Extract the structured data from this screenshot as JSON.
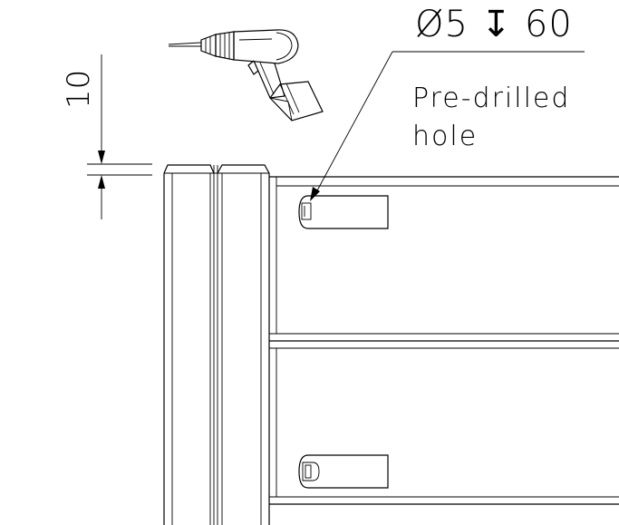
{
  "drawing": {
    "hole_spec": "Ø5 ↧ 60",
    "note_line1": "Pre-drilled",
    "note_line2": "hole",
    "dimension": "10"
  },
  "icons": {
    "drill": "power-drill-icon"
  }
}
